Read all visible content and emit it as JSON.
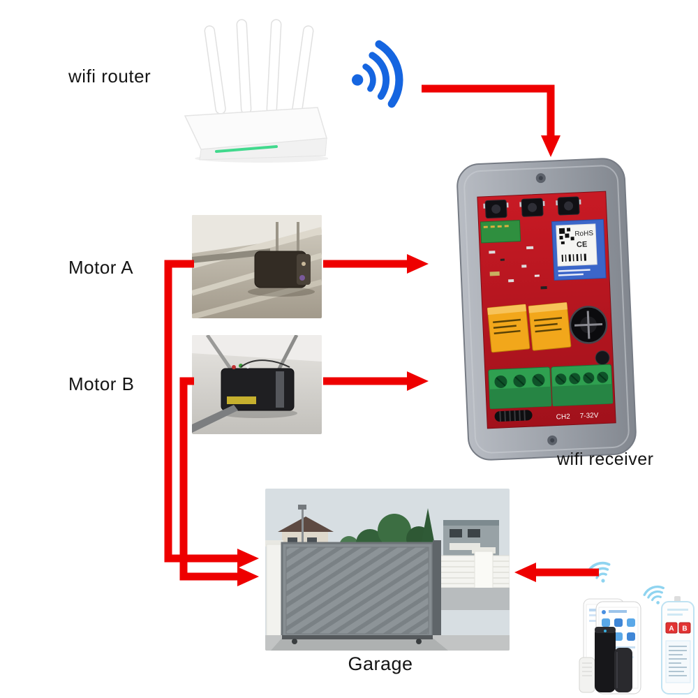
{
  "labels": {
    "wifi_router": "wifi router",
    "motor_a": "Motor A",
    "motor_b": "Motor B",
    "wifi_receiver": "wifi receiver",
    "garage": "Garage"
  },
  "board": {
    "sticker_rohs": "RoHS",
    "sticker_ce": "CE",
    "terminal_ch2": "CH2",
    "terminal_power": "7-32V"
  },
  "remote": {
    "button_a": "A",
    "button_b": "B"
  },
  "colors": {
    "arrow": "#ee0000",
    "wifi_signal": "#1565e0",
    "wifi_small": "#8fd4f0",
    "pcb": "#bb1620",
    "case": "#9aa0a8",
    "relay": "#f0a51c",
    "terminal": "#2fa050"
  }
}
